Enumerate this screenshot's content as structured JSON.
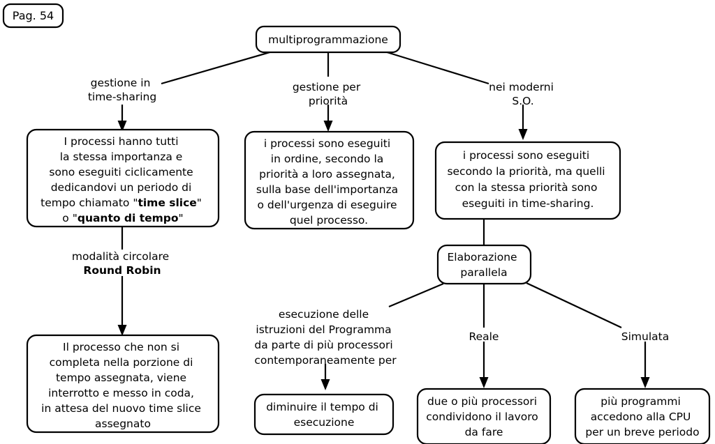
{
  "page": {
    "badge_label": "Pag. 54",
    "background_color": "#ffffff",
    "stroke_color": "#000000",
    "text_color": "#000000"
  },
  "diagram": {
    "type": "concept-map",
    "root": "multiprogrammazione",
    "nodes": {
      "root": {
        "label": "multiprogrammazione"
      },
      "timesharing_box": {
        "lines": [
          "I processi hanno tutti",
          "la stessa importanza e",
          "sono eseguiti ciclicamente",
          "dedicandovi un periodo di",
          "tempo chiamato \"time slice\"",
          "o \"quanto di tempo\""
        ],
        "line5_prefix": "tempo chiamato \"",
        "line5_bold": "time slice",
        "line5_suffix": "\"",
        "line6_prefix": "o \"",
        "line6_bold": "quanto di tempo",
        "line6_suffix": "\""
      },
      "priorita_box": {
        "lines": [
          "i processi sono eseguiti",
          "in ordine, secondo la",
          "priorità a loro assegnata,",
          "sulla base dell'importanza",
          "o dell'urgenza di eseguire",
          "quel processo."
        ]
      },
      "moderni_box": {
        "lines": [
          "i processi sono eseguiti",
          "secondo la priorità, ma quelli",
          "con la stessa priorità sono",
          "eseguiti in time-sharing."
        ]
      },
      "interrotto_box": {
        "lines": [
          "Il processo che non si",
          "completa nella porzione di",
          "tempo assegnata, viene",
          "interrotto e messo in coda,",
          "in attesa del nuovo time slice",
          "assegnato"
        ]
      },
      "elaborazione_box": {
        "lines": [
          "Elaborazione",
          "parallela"
        ]
      },
      "diminuire_box": {
        "lines": [
          "diminuire il tempo di",
          "esecuzione"
        ]
      },
      "due_processori_box": {
        "lines": [
          "due o più processori",
          "condividono il lavoro",
          "da fare"
        ]
      },
      "piu_programmi_box": {
        "lines": [
          "più programmi",
          "accedono alla CPU",
          "per un breve periodo"
        ]
      }
    },
    "edge_labels": {
      "gestione_timesharing": {
        "lines": [
          "gestione in",
          "time-sharing"
        ]
      },
      "gestione_priorita": {
        "lines": [
          "gestione per",
          "priorità"
        ]
      },
      "moderni_so": {
        "lines": [
          "nei moderni",
          "S.O."
        ]
      },
      "round_robin": {
        "line1": "modalità circolare",
        "line2_bold": "Round Robin"
      },
      "esecuzione_istruzioni": {
        "lines": [
          "esecuzione delle",
          "istruzioni del Programma",
          "da parte di più processori",
          "contemporaneamente per"
        ]
      },
      "reale": {
        "label": "Reale"
      },
      "simulata": {
        "label": "Simulata"
      }
    }
  }
}
